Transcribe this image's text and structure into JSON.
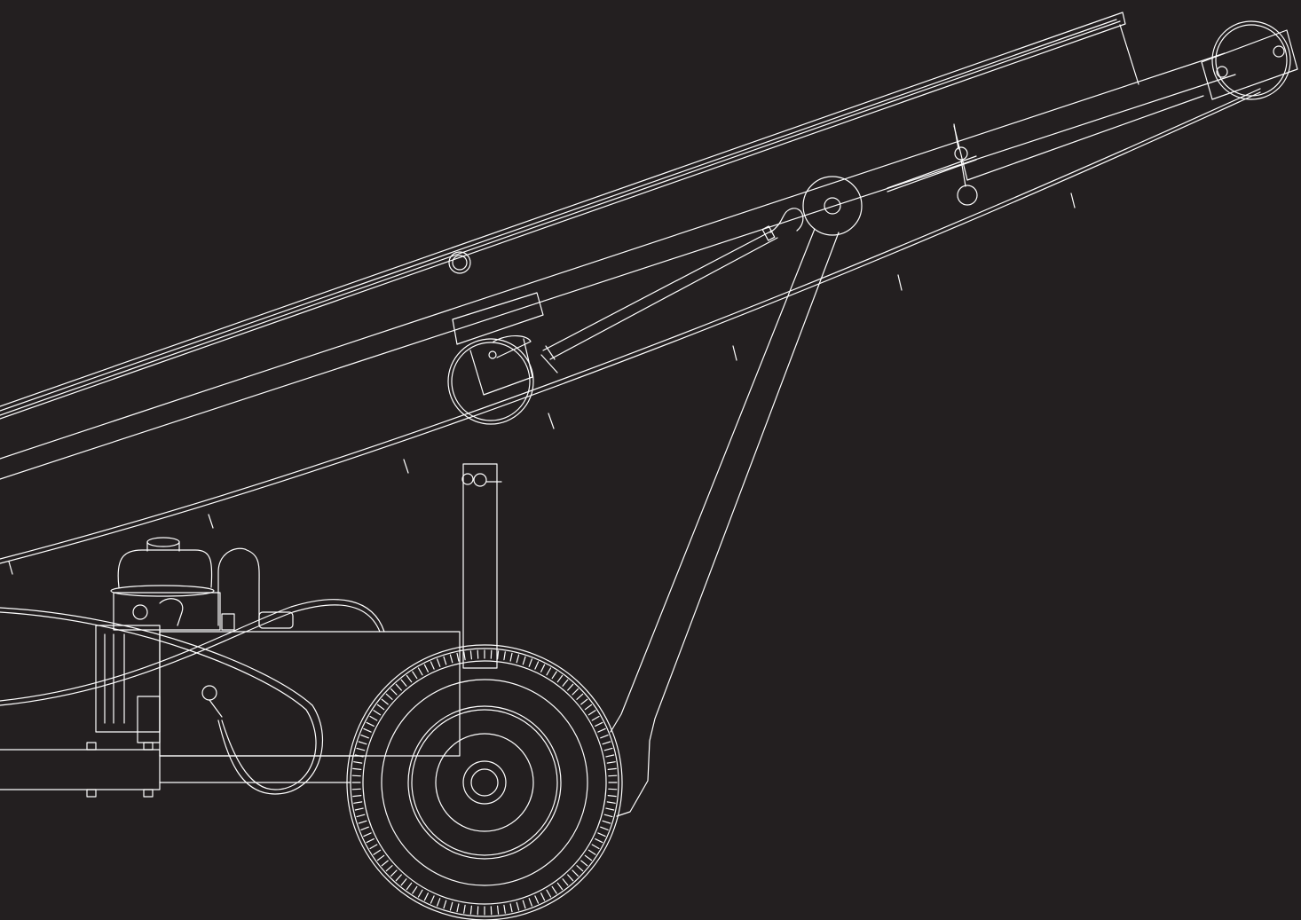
{
  "diagram": {
    "subject": "conveyor",
    "palette": {
      "background": "#231f20",
      "line": "#ffffff"
    },
    "parts": [
      "conveyor-belt-frame",
      "head-pulley",
      "idler-roller",
      "return-roller",
      "support-strut",
      "tension-cable",
      "engine",
      "fuel-tank",
      "hydraulic-hose",
      "mast-post",
      "chassis",
      "wheel"
    ],
    "wheel": {
      "tread_notches": 120
    }
  }
}
